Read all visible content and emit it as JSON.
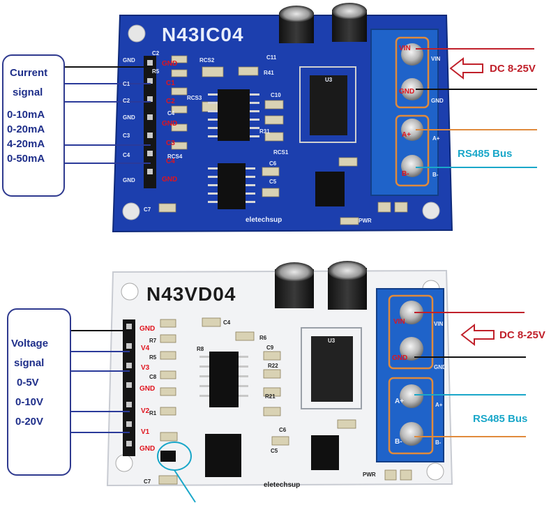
{
  "colors": {
    "blue_board": "#1c3fae",
    "white_board": "#f2f3f5",
    "terminal_blue": "#1f63c9",
    "signal_text": "#1f2f8a",
    "dc_text": "#c0202a",
    "bus_text": "#1aa7c9",
    "pin_label_red": "#e0141e",
    "highlight_orange": "#e08a3c"
  },
  "top_board": {
    "model": "N43IC04",
    "brand": "eletechsup",
    "signal_box": {
      "title_line1": "Current",
      "title_line2": "signal",
      "ranges": [
        "0-10mA",
        "0-20mA",
        "4-20mA",
        "0-50mA"
      ]
    },
    "pin_labels": [
      "GND",
      "C1",
      "C2",
      "GND",
      "C3",
      "C4",
      "GND"
    ],
    "edge_silk": [
      "GND",
      "C1",
      "C2",
      "GND",
      "C3",
      "C4",
      "GND"
    ],
    "components": [
      "C2",
      "R5",
      "RCS2",
      "C11",
      "R41",
      "RCS3",
      "C4",
      "C10",
      "R31",
      "RCS1",
      "RCS4",
      "C6",
      "C5",
      "C7",
      "U3",
      "PWR"
    ],
    "terminal_labels": [
      "VIN",
      "GND",
      "A+",
      "B-"
    ],
    "terminal_edge_silk": [
      "VIN",
      "GND",
      "A+",
      "B-"
    ],
    "dc_label": "DC 8-25V",
    "bus_label": "RS485 Bus"
  },
  "bottom_board": {
    "model": "N43VD04",
    "brand": "eletechsup",
    "signal_box": {
      "title_line1": "Voltage",
      "title_line2": "signal",
      "ranges": [
        "0-5V",
        "0-10V",
        "0-20V"
      ]
    },
    "pin_labels": [
      "GND",
      "V4",
      "V3",
      "GND",
      "V2",
      "V1",
      "GND"
    ],
    "components": [
      "C4",
      "R7",
      "R5",
      "C8",
      "R6",
      "R8",
      "C9",
      "R22",
      "R21",
      "R1",
      "C6",
      "C5",
      "C7",
      "U3",
      "PWR"
    ],
    "terminal_labels": [
      "VIN",
      "GND",
      "A+",
      "B-"
    ],
    "terminal_edge_silk": [
      "VIN",
      "GND",
      "A+",
      "B-"
    ],
    "dc_label": "DC 8-25V",
    "bus_label": "RS485 Bus"
  }
}
